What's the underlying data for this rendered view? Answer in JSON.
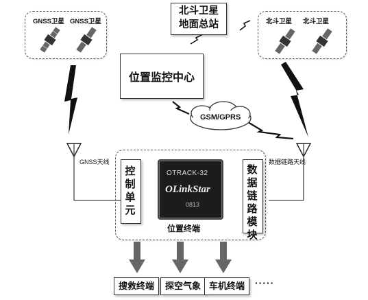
{
  "gnss_group": {
    "sat_labels": [
      "GNSS卫星",
      "GNSS卫星"
    ]
  },
  "beidou_group": {
    "sat_labels": [
      "北斗卫星",
      "北斗卫星"
    ]
  },
  "ground_station": {
    "line1": "北斗卫星",
    "line2": "地面总站"
  },
  "monitor_center": {
    "label": "位置监控中心"
  },
  "network": {
    "label": "GSM/GPRS"
  },
  "antennas": {
    "gnss_label": "GNSS天线",
    "data_label": "数据链路天线"
  },
  "terminal": {
    "label": "位置终端",
    "control_unit": "控制单元",
    "datalink_module": "数据链路模块",
    "chip": {
      "model": "OTRACK-32",
      "brand": "OLinkStar",
      "code": "0813"
    }
  },
  "applications": [
    "搜救终端",
    "探空气象",
    "车机终端"
  ],
  "ellipsis": "·····"
}
